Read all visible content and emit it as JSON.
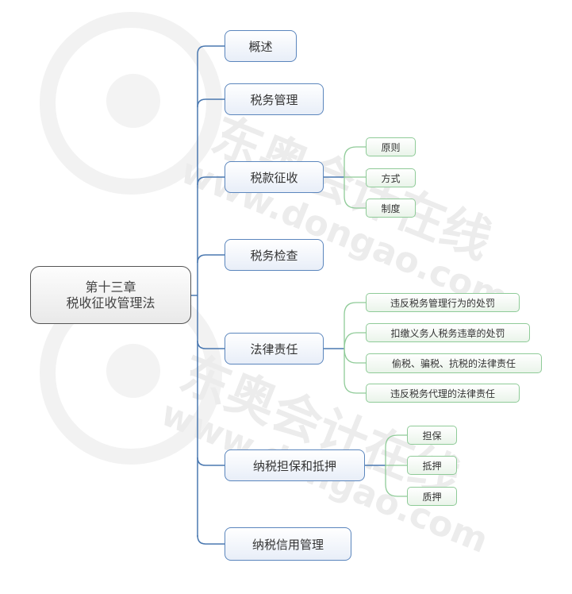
{
  "root": {
    "line1": "第十三章",
    "line2": "税收征收管理法"
  },
  "branches": [
    {
      "label": "概述"
    },
    {
      "label": "税务管理"
    },
    {
      "label": "税款征收",
      "children": [
        "原则",
        "方式",
        "制度"
      ]
    },
    {
      "label": "税务检查"
    },
    {
      "label": "法律责任",
      "children": [
        "违反税务管理行为的处罚",
        "扣缴义务人税务违章的处罚",
        "偷税、骗税、抗税的法律责任",
        "违反税务代理的法律责任"
      ]
    },
    {
      "label": "纳税担保和抵押",
      "children": [
        "担保",
        "抵押",
        "质押"
      ]
    },
    {
      "label": "纳税信用管理"
    }
  ],
  "watermark": {
    "brand": "东奥会计在线",
    "url": "www.dongao.com"
  },
  "colors": {
    "main_border": "#5b86bd",
    "main_line": "#4a78b0",
    "sub_border": "#8fcb98",
    "sub_line": "#8fcb98",
    "root_border": "#555555"
  }
}
